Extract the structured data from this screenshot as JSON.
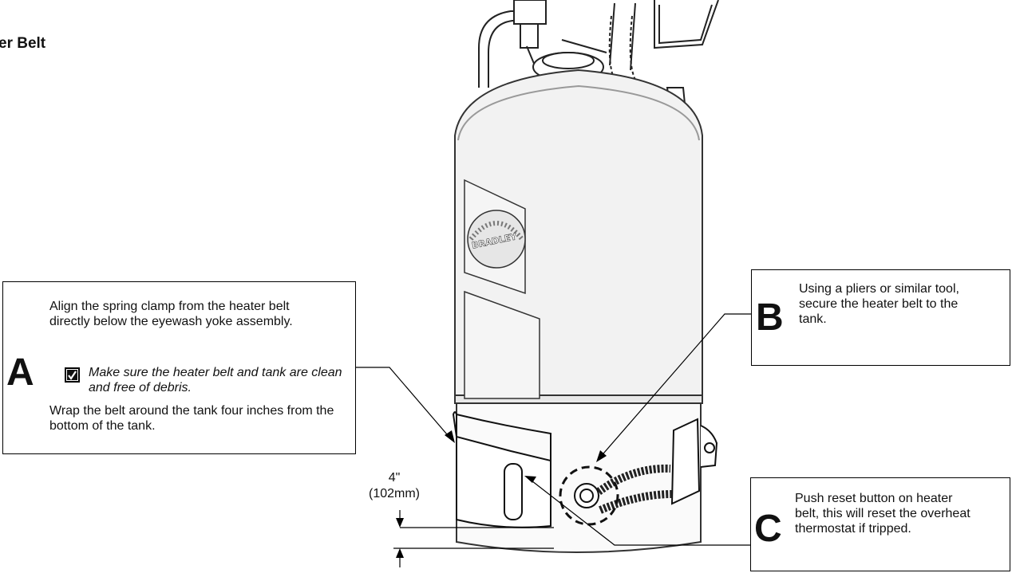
{
  "page": {
    "title": "er Belt"
  },
  "callout_a": {
    "letter": "A",
    "line1": "Align the spring clamp from the heater belt directly below the eyewash yoke assembly.",
    "note": "Make sure the heater belt and tank are clean and free of debris.",
    "line2": "Wrap the belt around the tank four inches from the bottom of the tank."
  },
  "callout_b": {
    "letter": "B",
    "text": "Using a pliers or similar tool, secure the heater belt to the tank."
  },
  "callout_c": {
    "letter": "C",
    "text": "Push reset button on heater belt, this will reset the overheat thermostat if tripped."
  },
  "dimension": {
    "value": "4\"",
    "metric": "(102mm)"
  },
  "tank_logo": "BRADLEY",
  "icons": {
    "note": "checkbox-check-icon"
  }
}
